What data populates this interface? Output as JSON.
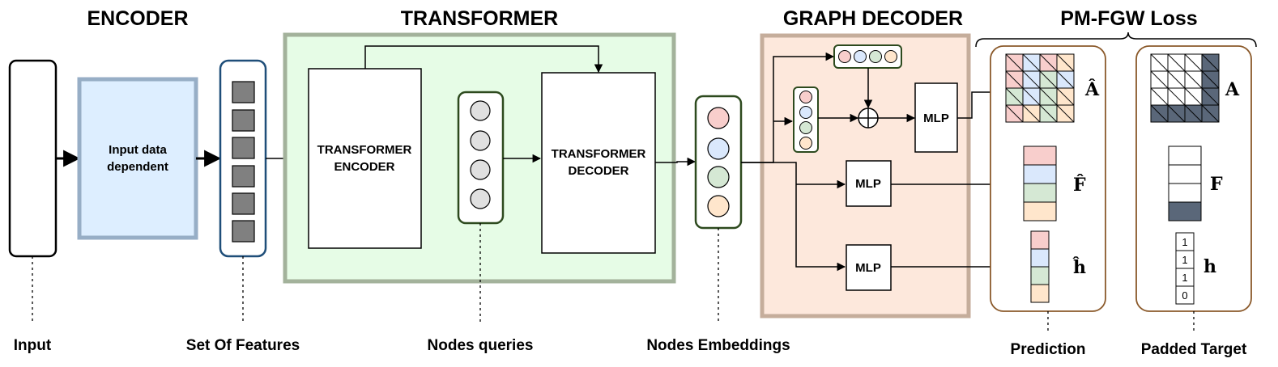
{
  "sections": {
    "encoder": "ENCODER",
    "transformer": "TRANSFORMER",
    "graph_decoder": "GRAPH DECODER",
    "loss": "PM-FGW Loss"
  },
  "blocks": {
    "encoder_box": "Input data dependent",
    "transformer_encoder": "TRANSFORMER ENCODER",
    "transformer_decoder": "TRANSFORMER DECODER",
    "mlp": "MLP"
  },
  "bottom_labels": {
    "input": "Input",
    "features": "Set Of Features",
    "queries": "Nodes queries",
    "embeddings": "Nodes Embeddings",
    "prediction": "Prediction",
    "target": "Padded Target"
  },
  "matrix_labels": {
    "a_hat": "Â",
    "f_hat": "F̂",
    "h_hat": "ĥ",
    "a": "A",
    "f": "F",
    "h": "h"
  },
  "target_h_values": [
    "1",
    "1",
    "1",
    "0"
  ],
  "colors": {
    "node_red": "#f8cecc",
    "node_blue": "#dae8fc",
    "node_green": "#d5e8d4",
    "node_orange": "#ffe6cc",
    "target_dark": "#5a6779",
    "encoder_fill": "#ddeeff",
    "transformer_fill": "#e6fce6",
    "decoder_fill": "#fde8dc",
    "loss_border": "#8b5a2b"
  }
}
